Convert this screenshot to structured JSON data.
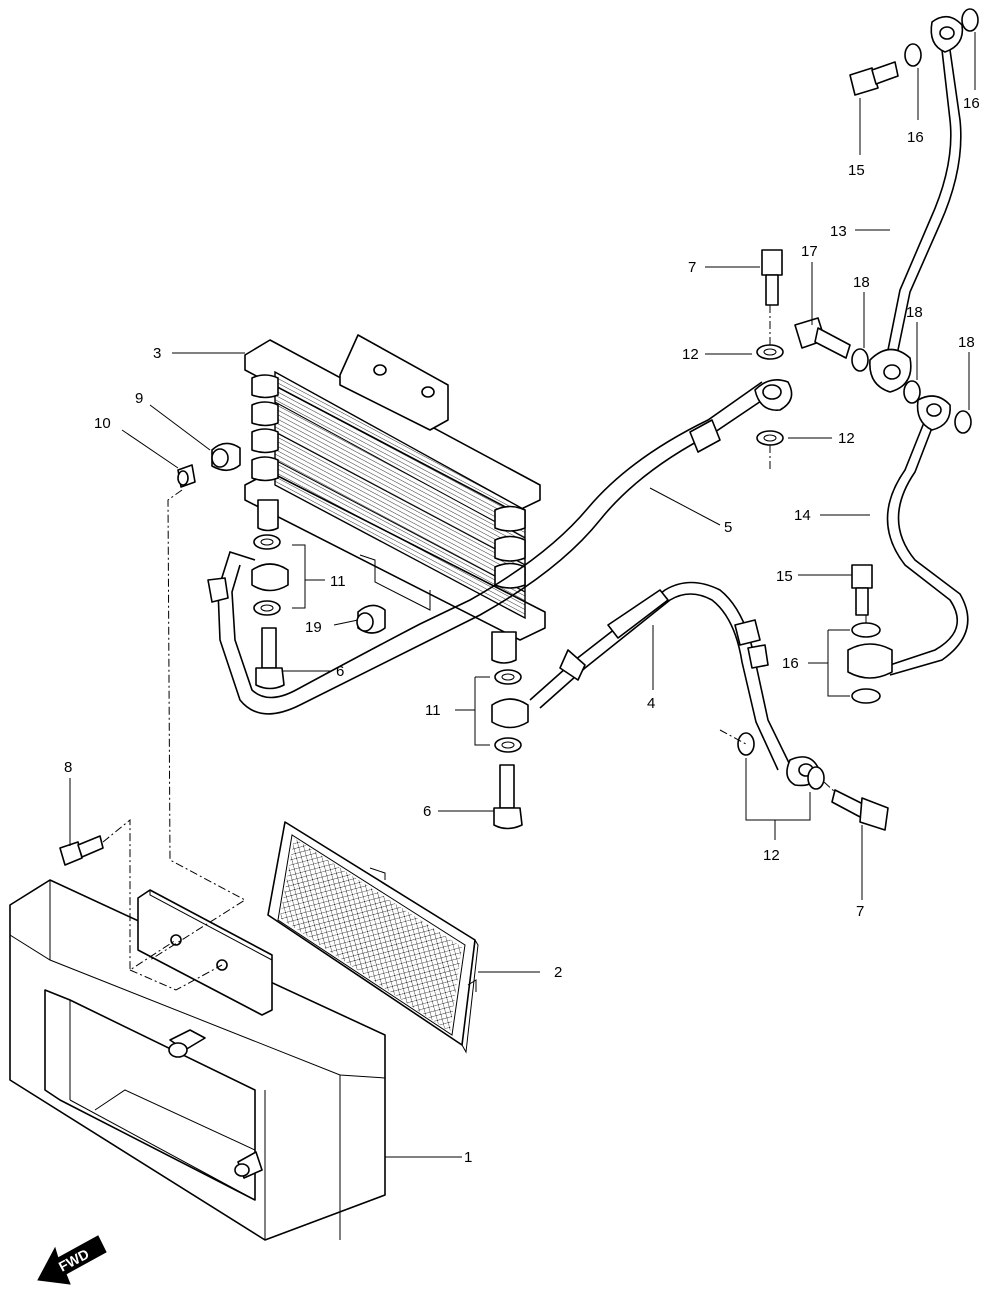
{
  "callouts": [
    {
      "id": "c1",
      "text": "1"
    },
    {
      "id": "c2",
      "text": "2"
    },
    {
      "id": "c3",
      "text": "3"
    },
    {
      "id": "c4",
      "text": "4"
    },
    {
      "id": "c5",
      "text": "5"
    },
    {
      "id": "c6a",
      "text": "6"
    },
    {
      "id": "c6b",
      "text": "6"
    },
    {
      "id": "c7a",
      "text": "7"
    },
    {
      "id": "c7b",
      "text": "7"
    },
    {
      "id": "c8",
      "text": "8"
    },
    {
      "id": "c9",
      "text": "9"
    },
    {
      "id": "c10",
      "text": "10"
    },
    {
      "id": "c11a",
      "text": "11"
    },
    {
      "id": "c11b",
      "text": "11"
    },
    {
      "id": "c12a",
      "text": "12"
    },
    {
      "id": "c12b",
      "text": "12"
    },
    {
      "id": "c12c",
      "text": "12"
    },
    {
      "id": "c13",
      "text": "13"
    },
    {
      "id": "c14",
      "text": "14"
    },
    {
      "id": "c15a",
      "text": "15"
    },
    {
      "id": "c15b",
      "text": "15"
    },
    {
      "id": "c16a",
      "text": "16"
    },
    {
      "id": "c16b",
      "text": "16"
    },
    {
      "id": "c16c",
      "text": "16"
    },
    {
      "id": "c17",
      "text": "17"
    },
    {
      "id": "c18a",
      "text": "18"
    },
    {
      "id": "c18b",
      "text": "18"
    },
    {
      "id": "c18c",
      "text": "18"
    },
    {
      "id": "c19",
      "text": "19"
    }
  ],
  "fwd_label": "FWD"
}
